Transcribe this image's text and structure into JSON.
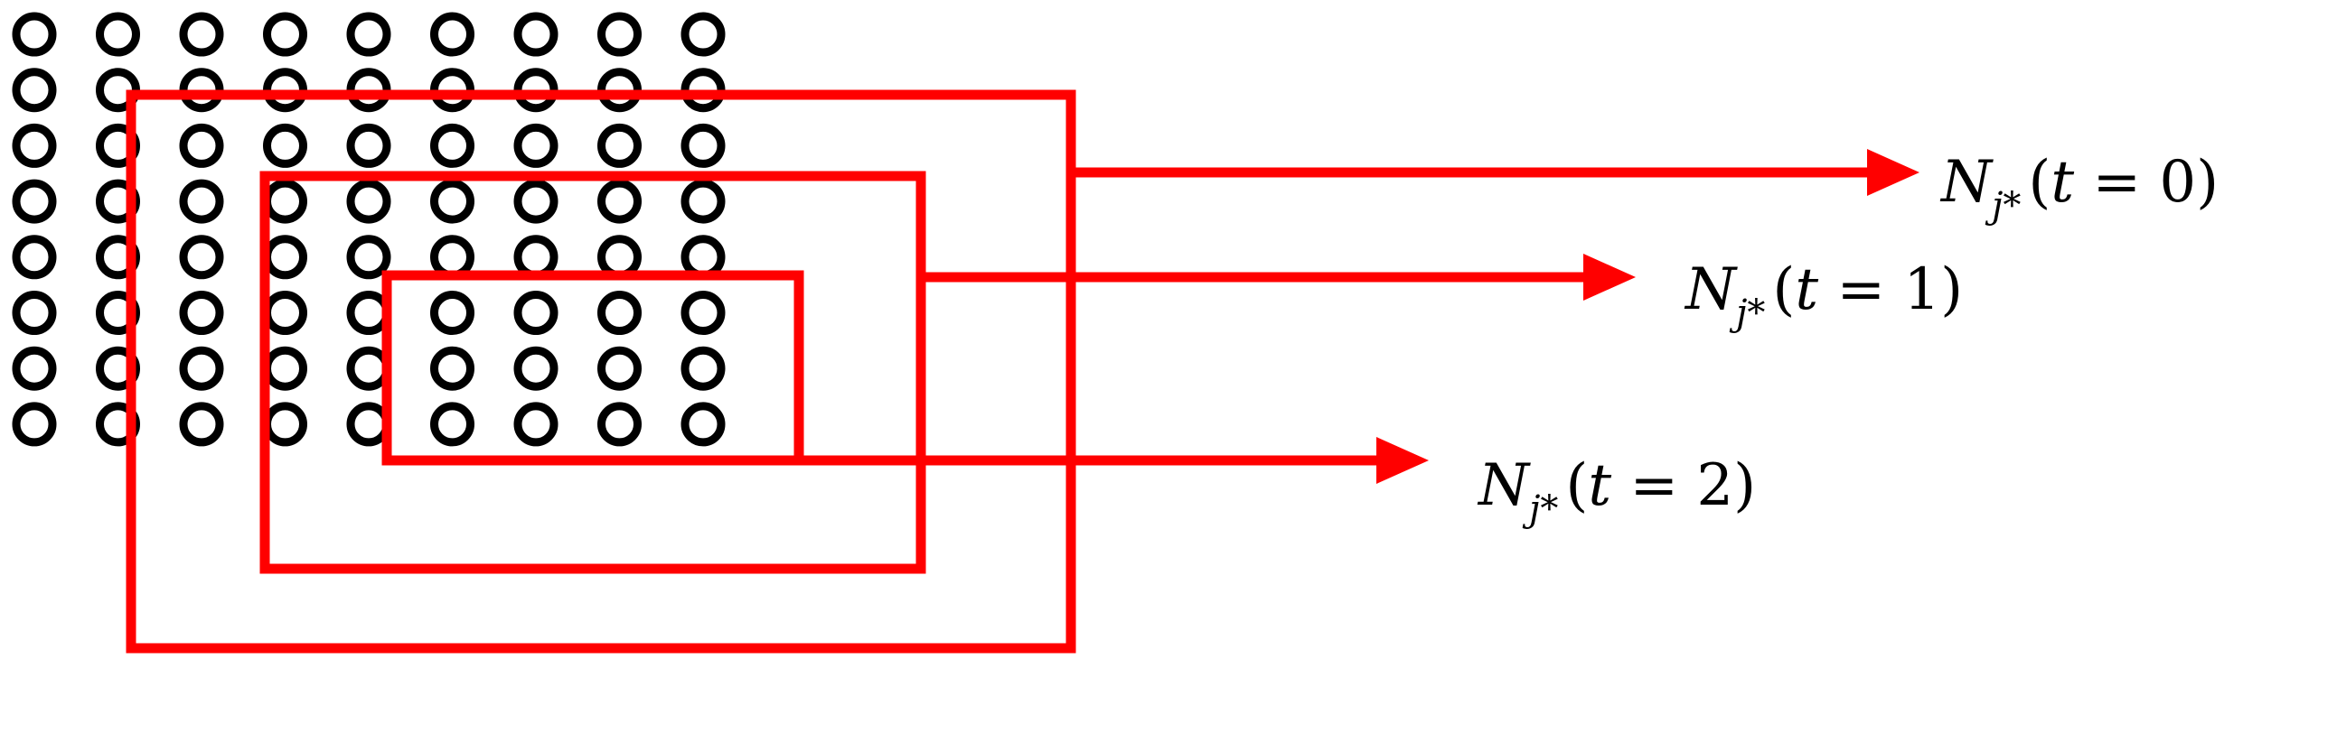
{
  "grid": {
    "rows": 8,
    "cols": 9
  },
  "colors": {
    "neuron_stroke": "#000000",
    "neighborhood": "#ff0000"
  },
  "neighborhoods": [
    {
      "symbol": "N",
      "subscript": "j*",
      "open": "(",
      "variable": "t",
      "equals": "=",
      "value": "0",
      "close": ")",
      "rows": [
        1,
        7
      ],
      "cols": [
        1,
        7
      ]
    },
    {
      "symbol": "N",
      "subscript": "j*",
      "open": "(",
      "variable": "t",
      "equals": "=",
      "value": "1",
      "close": ")",
      "rows": [
        2,
        6
      ],
      "cols": [
        2,
        6
      ]
    },
    {
      "symbol": "N",
      "subscript": "j*",
      "open": "(",
      "variable": "t",
      "equals": "=",
      "value": "2",
      "close": ")",
      "rows": [
        3,
        4
      ],
      "cols": [
        3,
        5
      ]
    }
  ]
}
